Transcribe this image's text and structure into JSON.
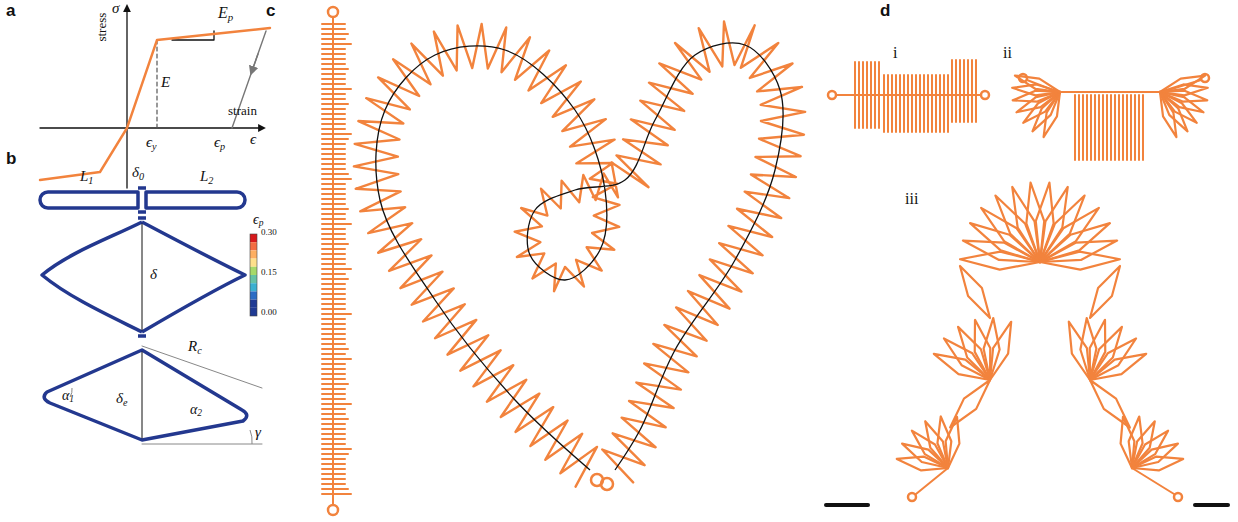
{
  "diagram": {
    "labels": [
      "a",
      "stress",
      "σ",
      "Ep",
      "E",
      "strain",
      "ϵy",
      "ϵp",
      "ϵ",
      "b",
      "L1",
      "δ0",
      "L2",
      "ϵp",
      "0.30",
      "0.15",
      "0.00",
      "δ",
      "α1",
      "δe",
      "Rc",
      "α2",
      "γ",
      "c",
      "d",
      "i",
      "ii",
      "iii"
    ]
  }
}
